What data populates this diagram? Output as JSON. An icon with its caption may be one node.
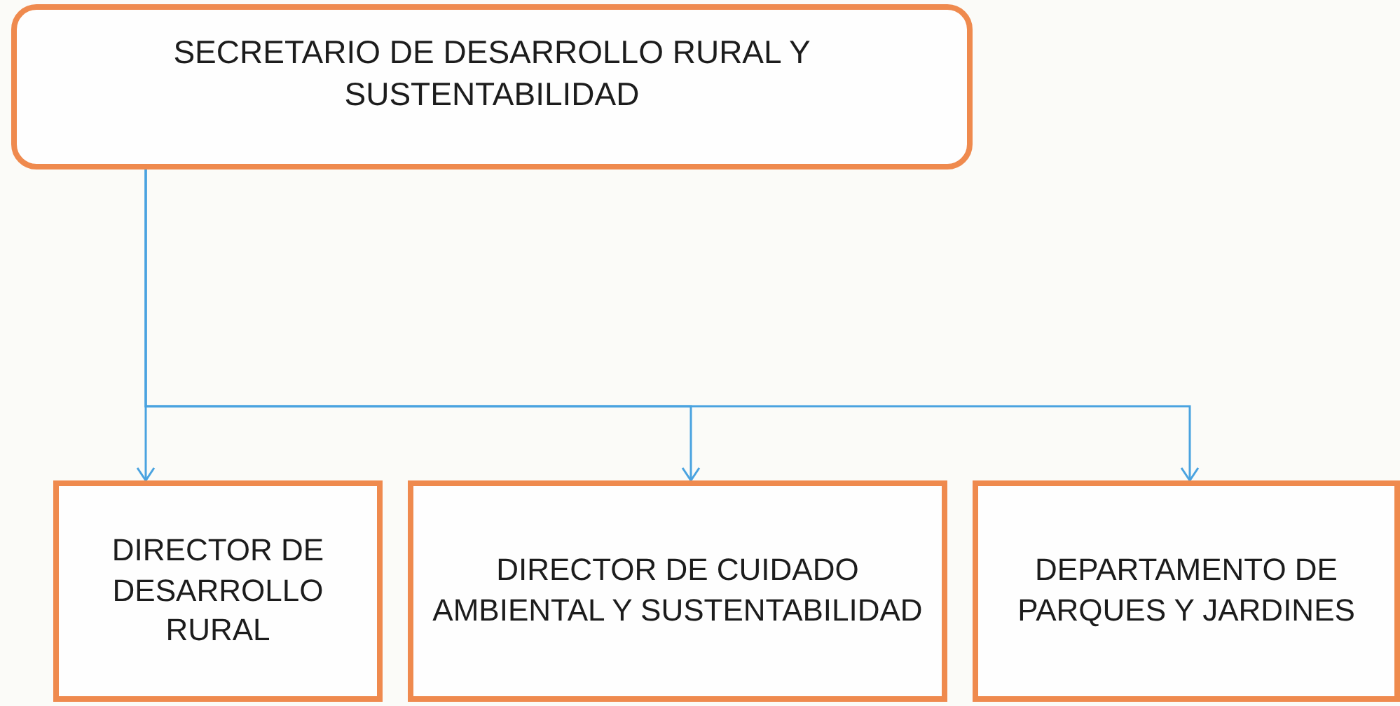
{
  "diagram": {
    "nodes": [
      {
        "text": [
          "SECRETARIO DE DESARROLLO RURAL Y SUSTENTABILIDAD"
        ]
      },
      {
        "text": [
          "DIRECTOR DE DESARROLLO RURAL"
        ]
      },
      {
        "text": [
          "DIRECTOR DE CUIDADO AMBIENTAL Y SUSTENTABILIDAD"
        ]
      },
      {
        "text": [
          "DEPARTAMENTO DE PARQUES Y JARDINES"
        ]
      }
    ],
    "edges": [
      {
        "from": 0,
        "to": 1,
        "arrow": "to"
      },
      {
        "from": 0,
        "to": 2,
        "arrow": "to"
      },
      {
        "from": 0,
        "to": 3,
        "arrow": "to"
      }
    ]
  }
}
